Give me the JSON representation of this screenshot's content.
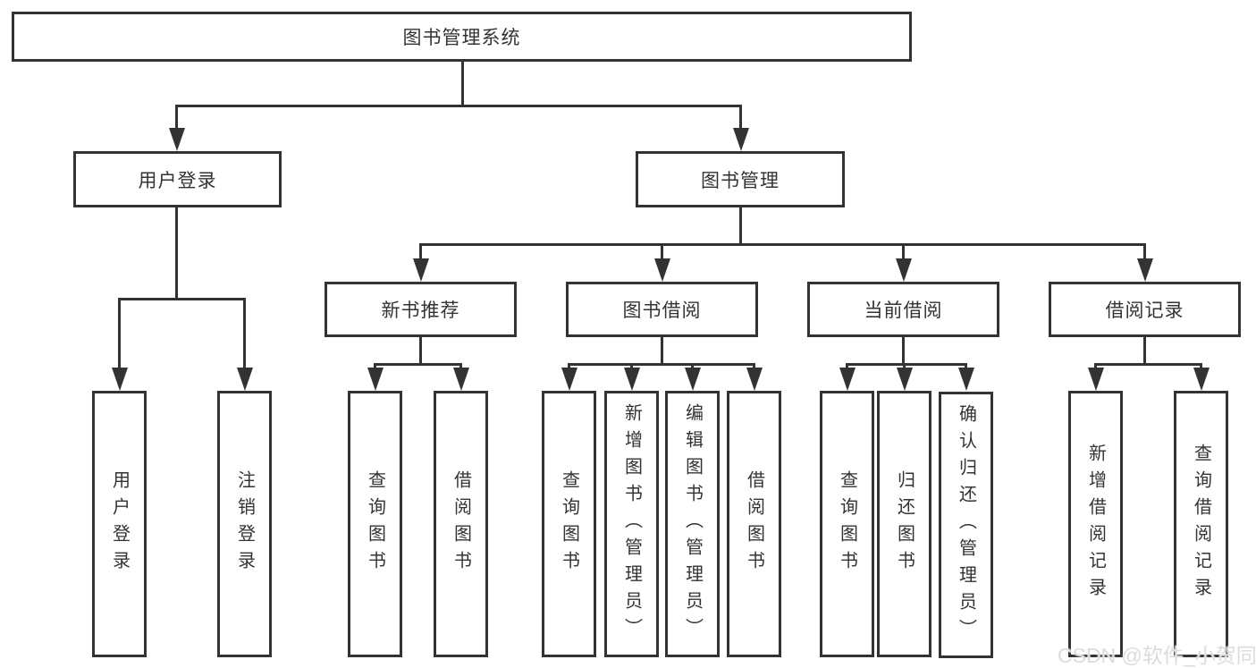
{
  "diagram": {
    "root": "图书管理系统",
    "user_login_branch": {
      "label": "用户登录",
      "children": [
        "用户登录",
        "注销登录"
      ]
    },
    "book_mgmt_branch": {
      "label": "图书管理"
    },
    "new_book_branch": {
      "label": "新书推荐",
      "children": [
        "查询图书",
        "借阅图书"
      ]
    },
    "borrow_branch": {
      "label": "图书借阅",
      "children": [
        "查询图书",
        "新增图书（管理员）",
        "编辑图书（管理员）",
        "借阅图书"
      ]
    },
    "current_branch": {
      "label": "当前借阅",
      "children": [
        "查询图书",
        "归还图书",
        "确认归还（管理员）"
      ]
    },
    "records_branch": {
      "label": "借阅记录",
      "children": [
        "新增借阅记录",
        "查询借阅记录"
      ]
    },
    "colors": {
      "line": "#333333",
      "text": "#333333",
      "background": "#ffffff",
      "watermark": "#dcdcdc"
    }
  },
  "watermark": "CSDN @软件_小贺同学"
}
